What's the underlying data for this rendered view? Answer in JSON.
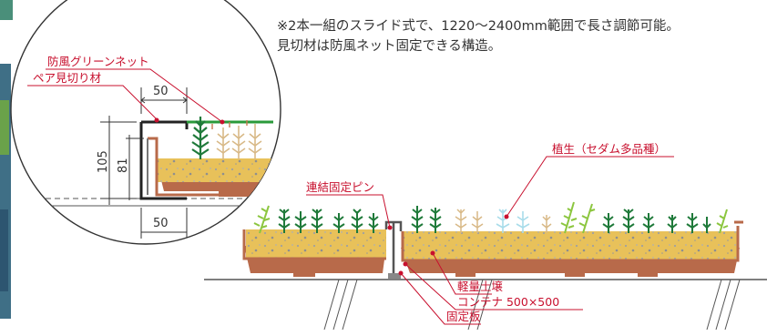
{
  "note": {
    "line1": "※2本一組のスライド式で、1220〜2400mm範囲で長さ調節可能。",
    "line2": "見切材は防風ネット固定できる構造。"
  },
  "detail": {
    "label_net": "防風グリーンネット",
    "label_edge": "ペア見切り材",
    "dim_top": "50",
    "dim_bottom": "50",
    "dim_outer": "105",
    "dim_inner": "81"
  },
  "labels": {
    "pin": "連結固定ピン",
    "plants": "植生（セダム多品種）",
    "soil": "軽量土壌",
    "container": "コンテナ 500×500",
    "plate": "固定板"
  },
  "colors": {
    "leader": "#c8102e",
    "tray": "#b86a4a",
    "soil": "#e8c15a",
    "leaf_dark": "#1f7a3a",
    "leaf_light": "#8cc63f"
  }
}
